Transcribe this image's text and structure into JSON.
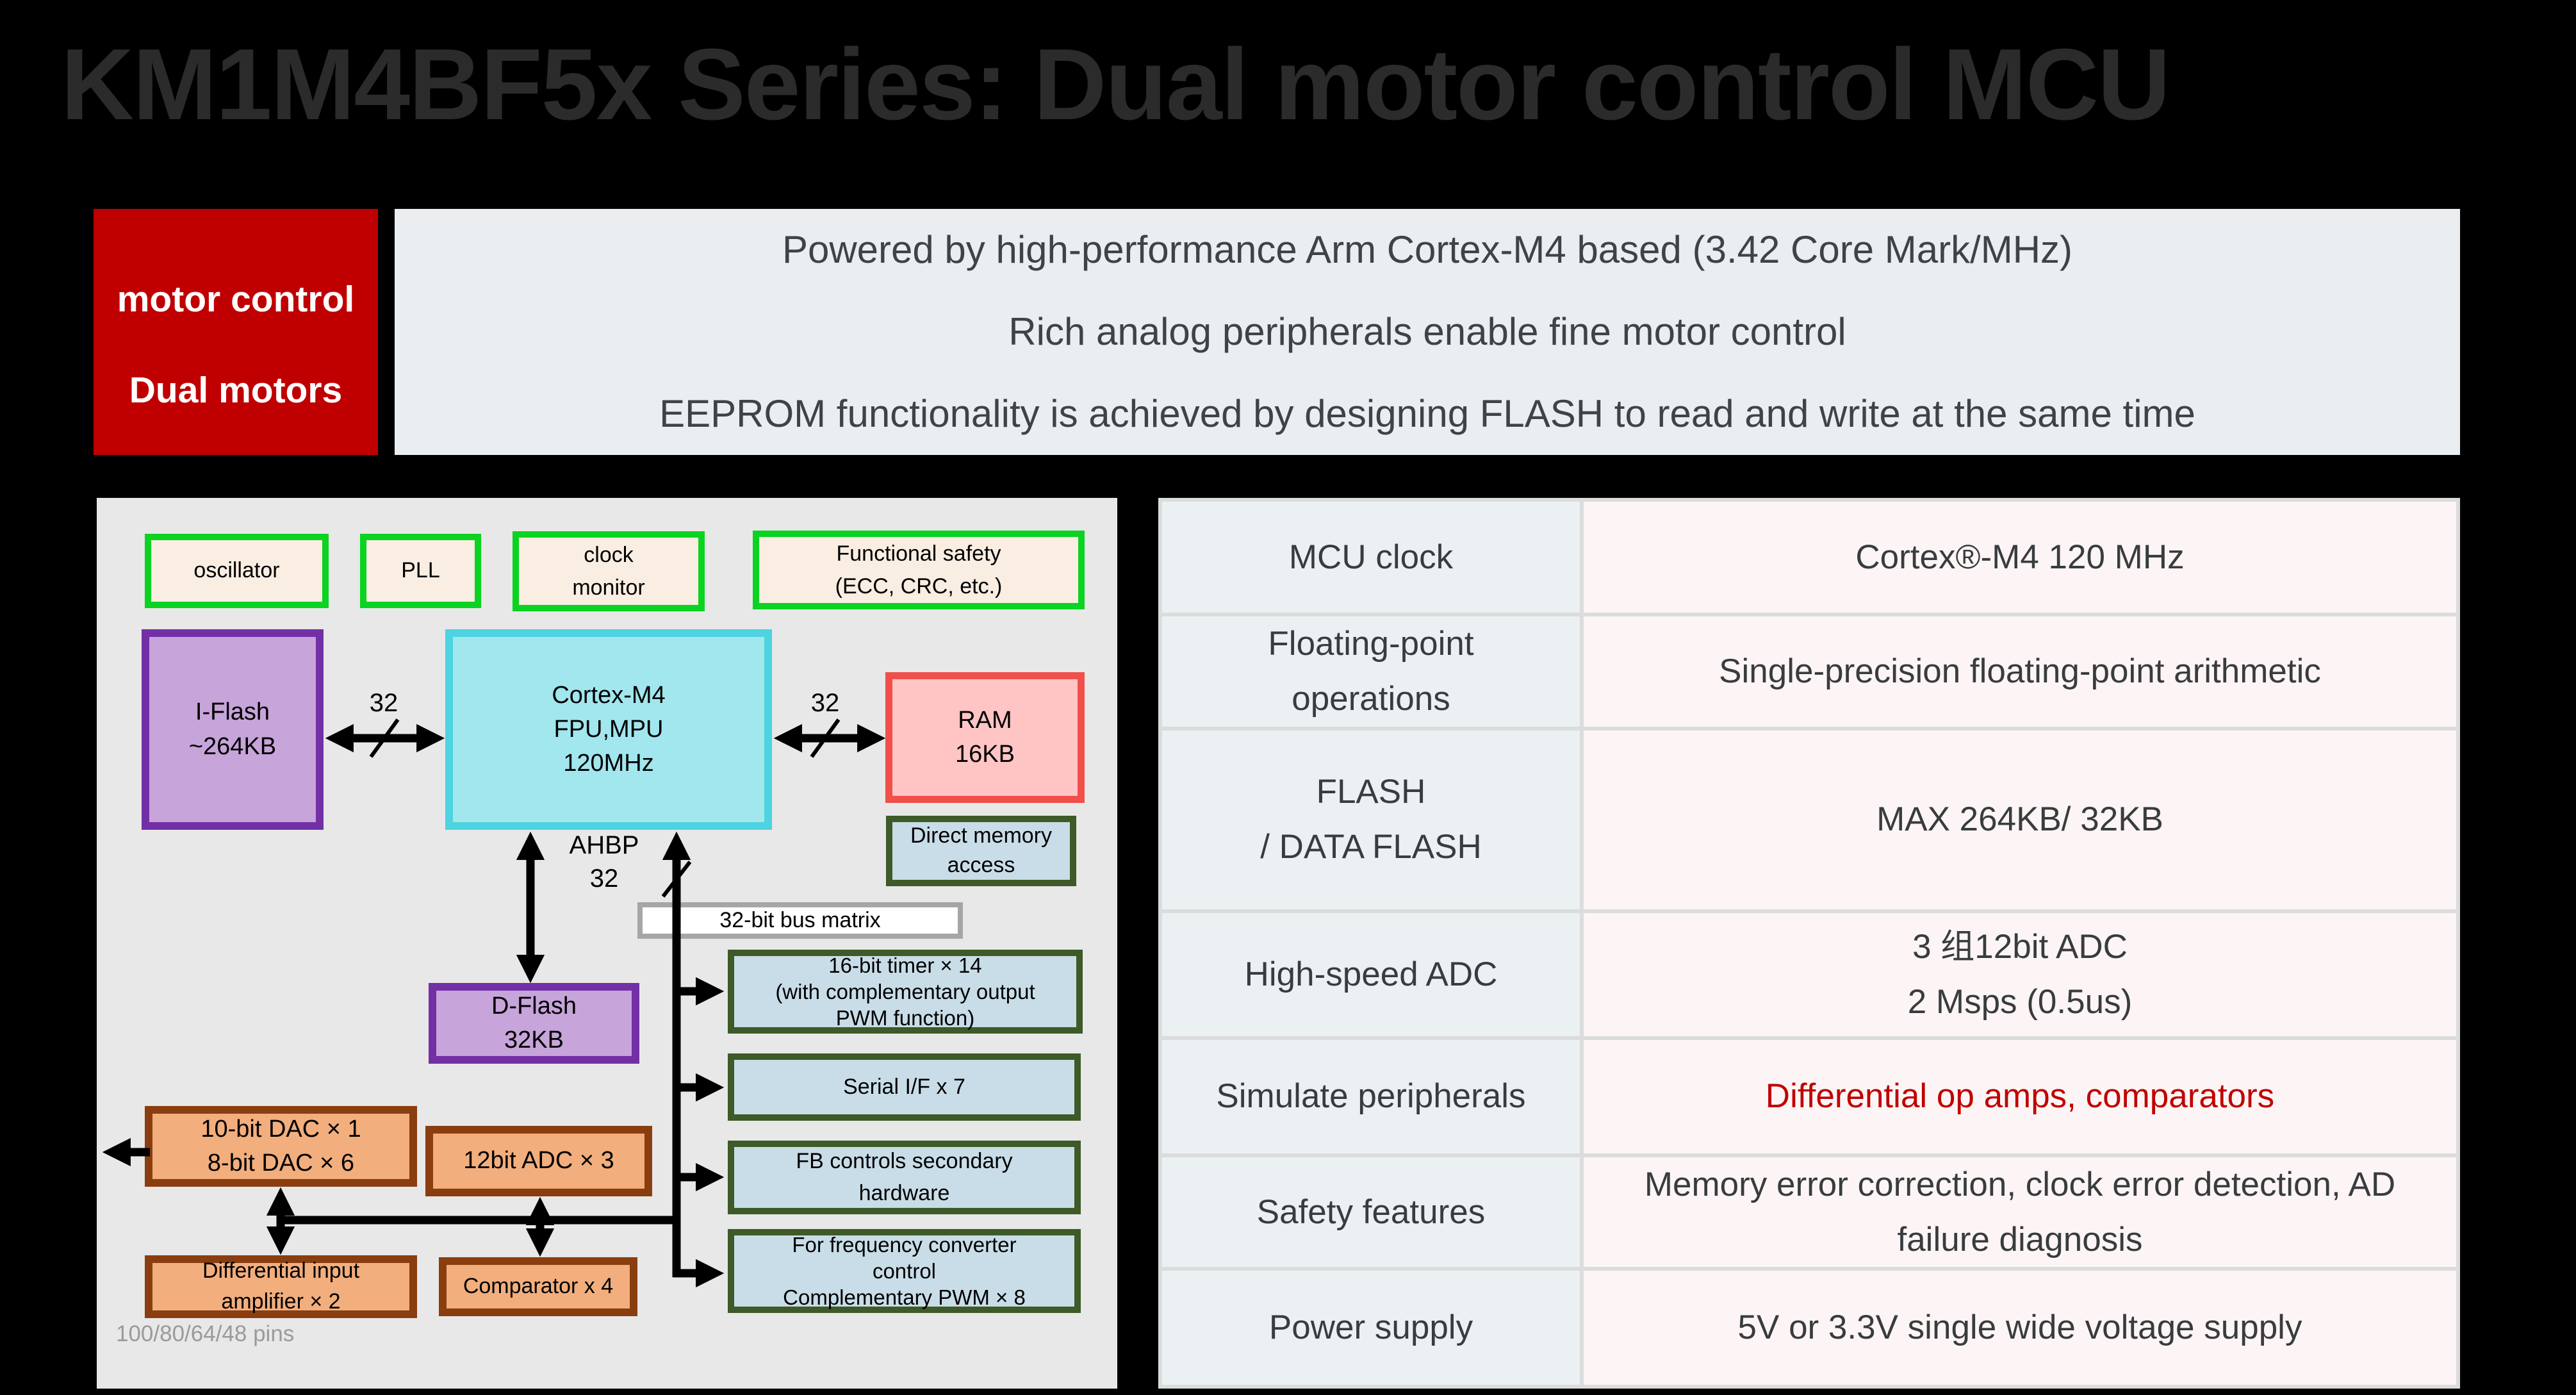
{
  "title": "KM1M4BF5x Series: Dual motor control MCU",
  "badge": {
    "line1": "motor control",
    "line2": "Dual motors"
  },
  "highlights": {
    "lines": [
      "Powered by high-performance Arm Cortex-M4 based (3.42 Core Mark/MHz)",
      "Rich analog peripherals enable fine motor control",
      "EEPROM functionality is achieved by designing FLASH to read and write at the same time"
    ]
  },
  "diagram": {
    "blocks": {
      "oscillator": "oscillator",
      "pll": "PLL",
      "clock_monitor": "clock\nmonitor",
      "functional_safety": "Functional safety\n(ECC, CRC, etc.)",
      "iflash": "I-Flash\n~264KB",
      "cortex": "Cortex-M4\nFPU,MPU\n120MHz",
      "ram": "RAM\n16KB",
      "dma": "Direct memory\naccess",
      "bus_matrix": "32-bit bus matrix",
      "dflash": "D-Flash\n32KB",
      "timer": "16-bit timer × 14\n(with complementary output\nPWM function)",
      "serial": "Serial I/F x 7",
      "fb_controls": "FB controls secondary\nhardware",
      "freq_converter": "For frequency converter\ncontrol\nComplementary PWM × 8",
      "dac": "10-bit DAC × 1\n8-bit DAC × 6",
      "adc": "12bit ADC × 3",
      "diff_amp": "Differential input\namplifier × 2",
      "comparator": "Comparator x 4"
    },
    "bus_labels": {
      "left_32": "32",
      "right_32": "32",
      "ahbp": "AHBP",
      "ahbp_32": "32"
    },
    "pins_note": "100/80/64/48 pins"
  },
  "spec_table": {
    "rows": [
      {
        "label": "MCU clock",
        "value": "Cortex®-M4 120 MHz"
      },
      {
        "label": "Floating-point\noperations",
        "value": "Single-precision floating-point arithmetic"
      },
      {
        "label": "FLASH\n/ DATA FLASH",
        "value": "MAX 264KB/ 32KB"
      },
      {
        "label": "High-speed ADC",
        "value": "3 组12bit ADC\n2 Msps (0.5us)"
      },
      {
        "label": "Simulate peripherals",
        "value": "Differential op amps, comparators",
        "value_style": "color:#c00000"
      },
      {
        "label": "Safety features",
        "value": "Memory error correction, clock error detection, AD failure diagnosis"
      },
      {
        "label": "Power supply",
        "value": "5V or 3.3V single wide voltage supply"
      }
    ]
  },
  "colors": {
    "accent_red": "#c00000",
    "green_border": "#0bd321",
    "cyan_fill": "#a2e6ee",
    "purple_border": "#7330a6",
    "orange_fill": "#f2ae7d",
    "peripheral_blue": "#c9dde8",
    "table_label_bg": "#ebf1f3",
    "table_value_bg": "#fdf5f5"
  }
}
